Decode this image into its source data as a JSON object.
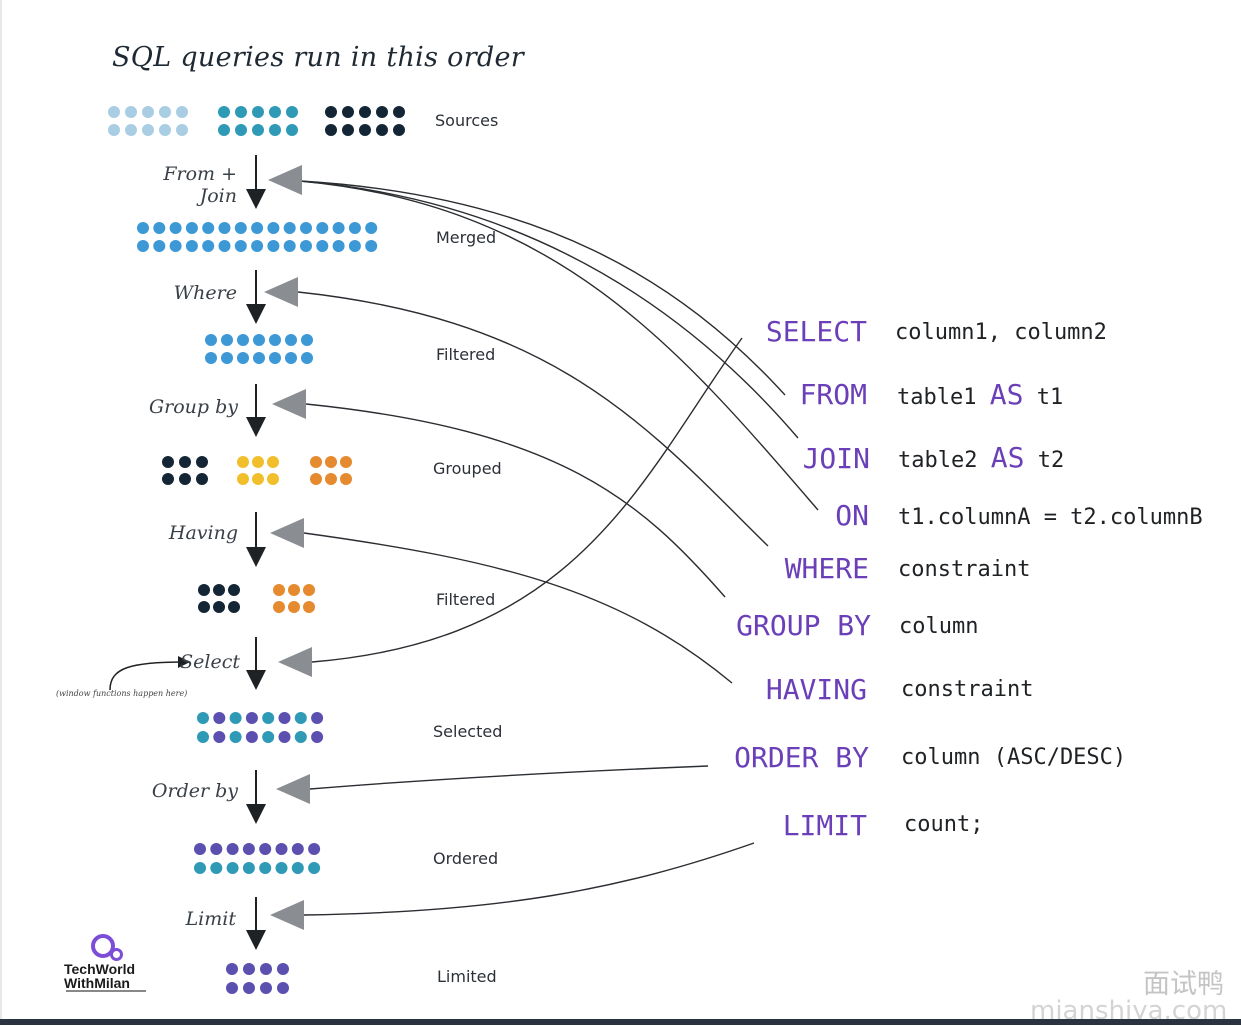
{
  "title": "SQL queries run in this order",
  "colors": {
    "keyword": "#6a3fb8",
    "light_blue": "#a9cde3",
    "teal": "#2e9ab5",
    "navy": "#142636",
    "blue": "#3d98d6",
    "yellow": "#f2bf2c",
    "orange": "#e58a2e",
    "purple": "#5b4fb0",
    "arrow": "#8a8d91"
  },
  "execution_steps": [
    {
      "label": "From + Join",
      "result": "Merged"
    },
    {
      "label": "Where",
      "result": "Filtered"
    },
    {
      "label": "Group by",
      "result": "Grouped"
    },
    {
      "label": "Having",
      "result": "Filtered"
    },
    {
      "label": "Select",
      "result": "Selected"
    },
    {
      "label": "Order by",
      "result": "Ordered"
    },
    {
      "label": "Limit",
      "result": "Limited"
    }
  ],
  "initial_state": "Sources",
  "window_note": "(window functions happen here)",
  "query": [
    {
      "keyword": "SELECT",
      "argument": "column1, column2"
    },
    {
      "keyword": "FROM",
      "argument": "table1",
      "alias_keyword": "AS",
      "alias": "t1"
    },
    {
      "keyword": "JOIN",
      "argument": "table2",
      "alias_keyword": "AS",
      "alias": "t2"
    },
    {
      "keyword": "ON",
      "argument": "t1.columnA = t2.columnB"
    },
    {
      "keyword": "WHERE",
      "argument": "constraint"
    },
    {
      "keyword": "GROUP BY",
      "argument": "column"
    },
    {
      "keyword": "HAVING",
      "argument": "constraint"
    },
    {
      "keyword": "ORDER BY",
      "argument": "column (ASC/DESC)"
    },
    {
      "keyword": "LIMIT",
      "argument": "count;"
    }
  ],
  "logo": {
    "line1": "TechWorld",
    "line2": "WithMilan"
  },
  "watermark": {
    "cn": "面试鸭",
    "url": "mianshiya.com"
  }
}
